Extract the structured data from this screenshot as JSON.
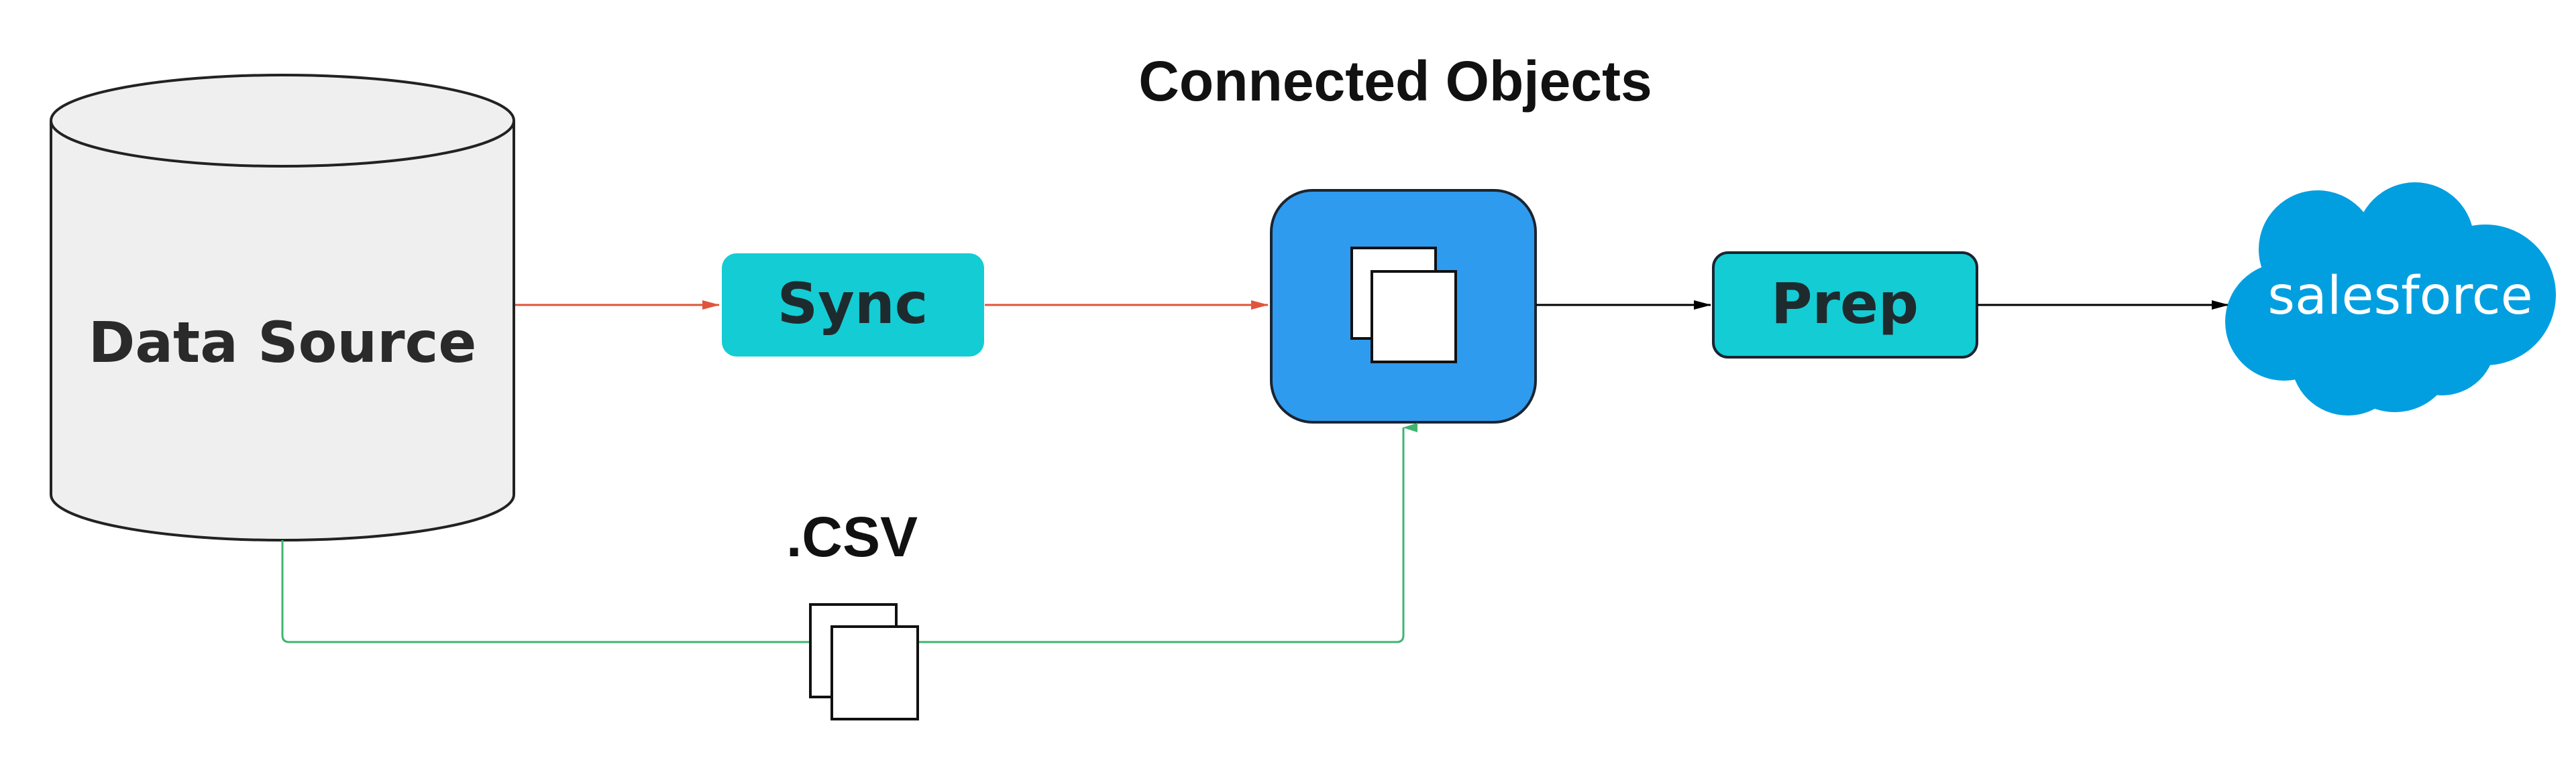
{
  "title": "Connected Objects",
  "nodes": {
    "data_source": {
      "label": "Data Source"
    },
    "sync": {
      "label": "Sync"
    },
    "prep": {
      "label": "Prep"
    },
    "csv": {
      "label": ".CSV"
    },
    "connected_objects": {
      "icon": "copy-icon"
    },
    "salesforce": {
      "label": "salesforce",
      "icon": "salesforce-cloud-logo"
    }
  },
  "colors": {
    "cylinder_fill": "#efefef",
    "teal": "#14ccd4",
    "blue": "#2e9bef",
    "salesforce_blue": "#019fe0",
    "arrow_red": "#e0553a",
    "arrow_green": "#3fb56f",
    "arrow_black": "#000000",
    "text_dark": "#2a2a2a"
  },
  "edges": [
    {
      "from": "Data Source",
      "to": "Sync",
      "color": "red"
    },
    {
      "from": "Sync",
      "to": "Connected Objects",
      "color": "red"
    },
    {
      "from": "Connected Objects",
      "to": "Prep",
      "color": "black"
    },
    {
      "from": "Prep",
      "to": "salesforce",
      "color": "black"
    },
    {
      "from": "Data Source",
      "to": "Connected Objects",
      "via": ".CSV",
      "color": "green"
    }
  ]
}
